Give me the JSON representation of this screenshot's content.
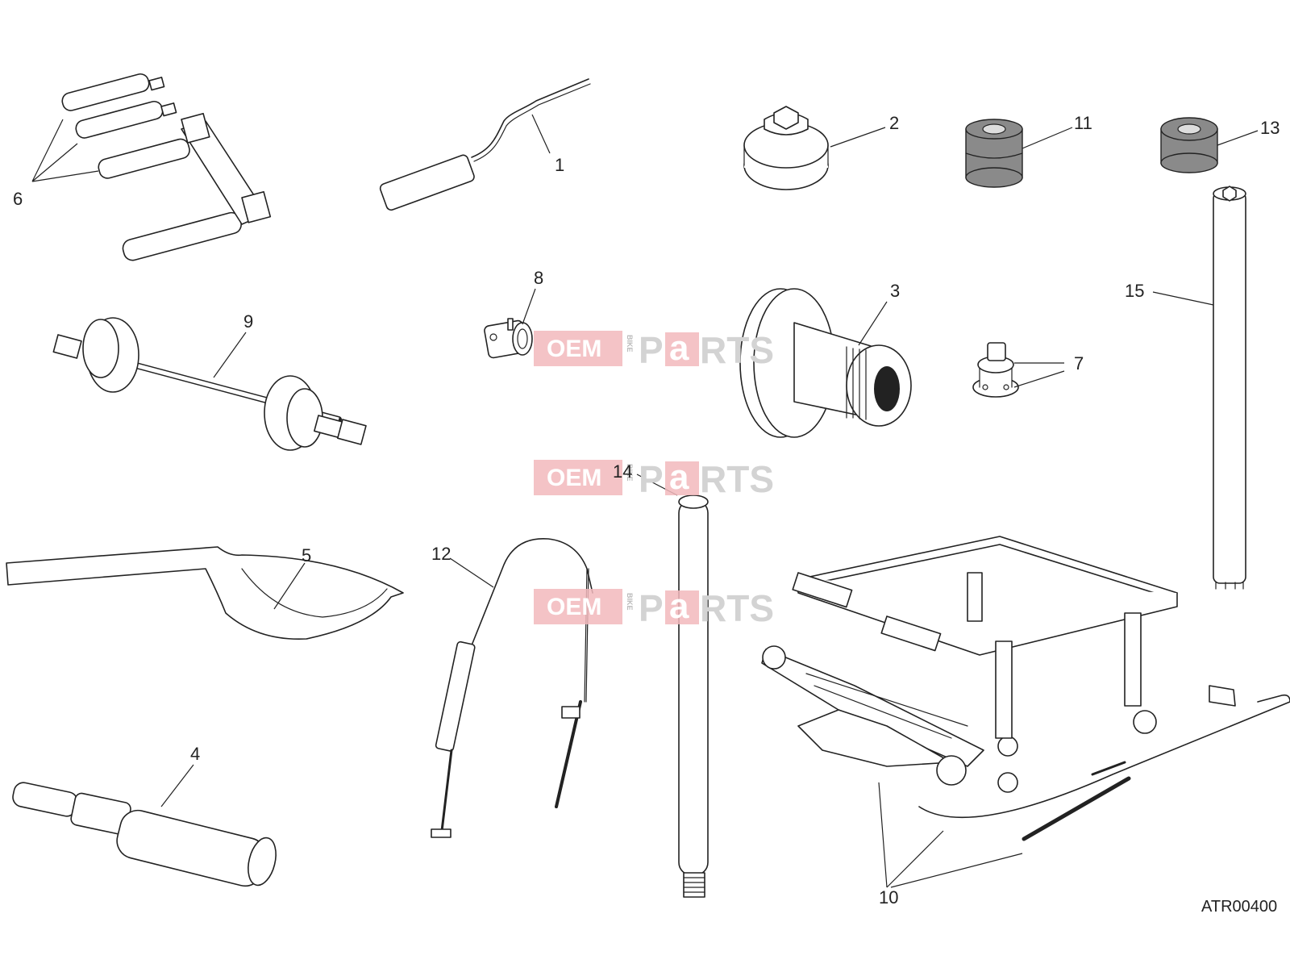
{
  "diagram": {
    "reference_code": "ATR00400",
    "callouts": [
      "1",
      "2",
      "3",
      "4",
      "5",
      "6",
      "7",
      "8",
      "9",
      "10",
      "11",
      "12",
      "13",
      "14",
      "15"
    ]
  },
  "watermark": {
    "brand_left": "OEM",
    "brand_small": "BIKE",
    "brand_right_p": "P",
    "brand_right_a": "a",
    "brand_right_rest": "RTS"
  },
  "colors": {
    "line": "#222222",
    "rubber": "#8a8a8a",
    "watermark_pink": "#f2b8bc",
    "watermark_gray": "#d3d3d3"
  }
}
